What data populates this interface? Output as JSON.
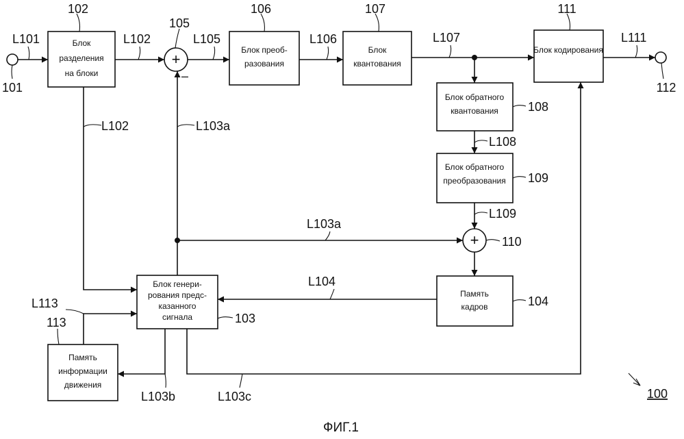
{
  "figure": {
    "caption": "ФИГ.1",
    "ref": "100"
  },
  "blocks": {
    "b102": {
      "id": "102",
      "lines": [
        "Блок",
        "разделения",
        "на блоки"
      ]
    },
    "b106": {
      "id": "106",
      "lines": [
        "Блок преоб-",
        "разования"
      ]
    },
    "b107": {
      "id": "107",
      "lines": [
        "Блок",
        "квантования"
      ]
    },
    "b111": {
      "id": "111",
      "lines": [
        "Блок кодирования"
      ]
    },
    "b108": {
      "id": "108",
      "lines": [
        "Блок обратного",
        "квантования"
      ]
    },
    "b109": {
      "id": "109",
      "lines": [
        "Блок обратного",
        "преобразования"
      ]
    },
    "b104": {
      "id": "104",
      "lines": [
        "Память",
        "кадров"
      ]
    },
    "b103": {
      "id": "103",
      "lines": [
        "Блок генери-",
        "рования предс-",
        "казанного",
        "сигнала"
      ]
    },
    "b113": {
      "id": "113",
      "lines": [
        "Память",
        "информации",
        "движения"
      ]
    }
  },
  "nodes": {
    "adder105": {
      "id": "105",
      "symbol": "+",
      "minus": "–"
    },
    "adder110": {
      "id": "110",
      "symbol": "+"
    },
    "input101": {
      "id": "101"
    },
    "output112": {
      "id": "112"
    }
  },
  "signals": {
    "L101": "L101",
    "L102": "L102",
    "L105": "L105",
    "L106": "L106",
    "L107": "L107",
    "L111": "L111",
    "L108": "L108",
    "L109": "L109",
    "L104": "L104",
    "L113": "L113",
    "L103a": "L103a",
    "L103b": "L103b",
    "L103c": "L103c"
  }
}
